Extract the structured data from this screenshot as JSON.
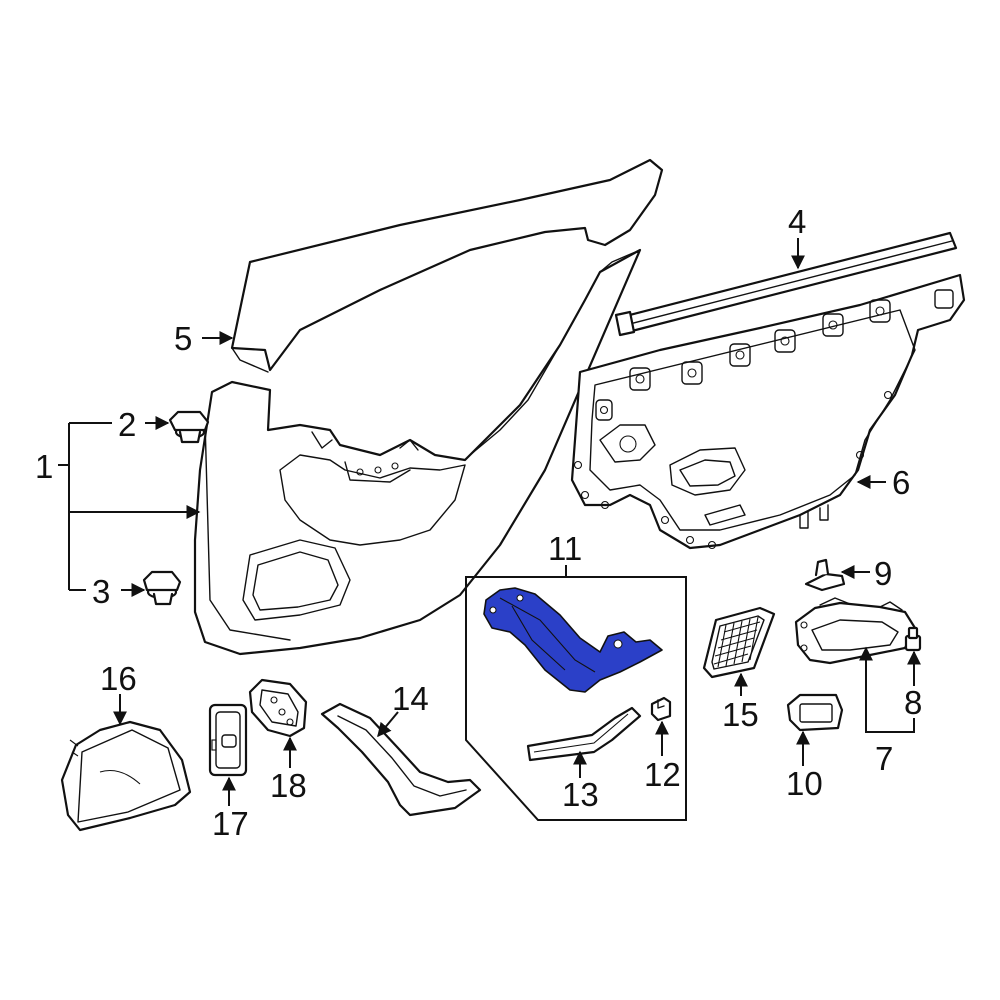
{
  "highlight_color": "#2b40c8",
  "callouts": {
    "c1": "1",
    "c2": "2",
    "c3": "3",
    "c4": "4",
    "c5": "5",
    "c6": "6",
    "c7": "7",
    "c8": "8",
    "c9": "9",
    "c10": "10",
    "c11": "11",
    "c12": "12",
    "c13": "13",
    "c14": "14",
    "c15": "15",
    "c16": "16",
    "c17": "17",
    "c18": "18"
  },
  "highlighted_part": "11"
}
